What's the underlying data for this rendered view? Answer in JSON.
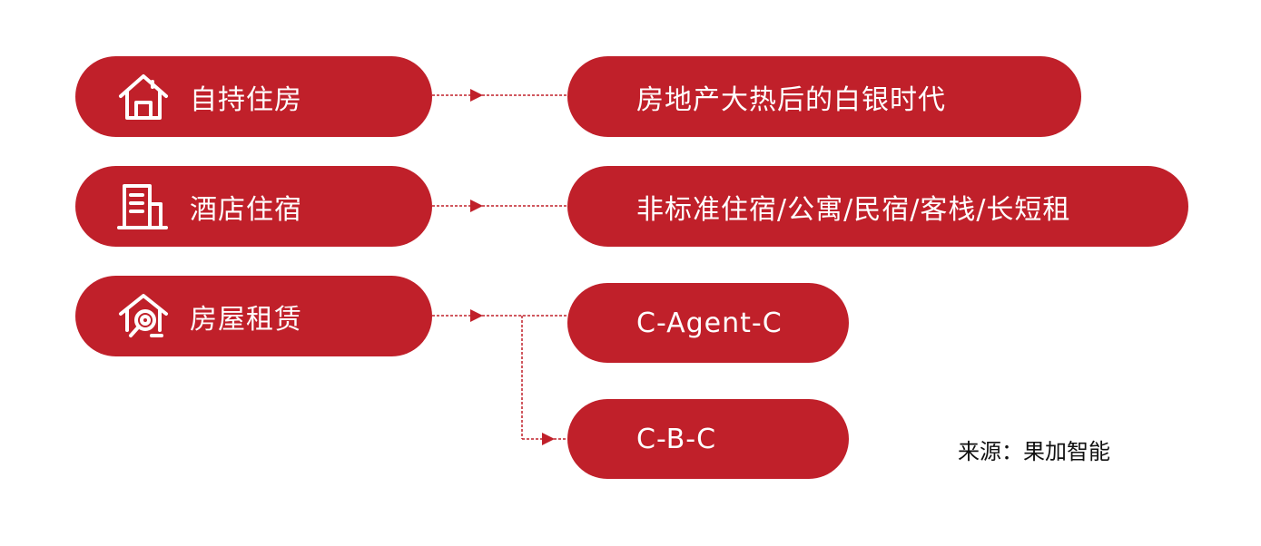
{
  "categories": [
    {
      "label": "自持住房",
      "icon": "house-icon"
    },
    {
      "label": "酒店住宿",
      "icon": "building-icon"
    },
    {
      "label": "房屋租赁",
      "icon": "house-search-icon"
    }
  ],
  "descriptions": [
    {
      "label": "房地产大热后的白银时代"
    },
    {
      "label": "非标准住宿/公寓/民宿/客栈/长短租"
    },
    {
      "label": "C-Agent-C"
    },
    {
      "label": "C-B-C"
    }
  ],
  "source": "来源：果加智能",
  "colors": {
    "accent": "#c0202a",
    "background": "#ffffff",
    "text_on_accent": "#ffffff"
  }
}
